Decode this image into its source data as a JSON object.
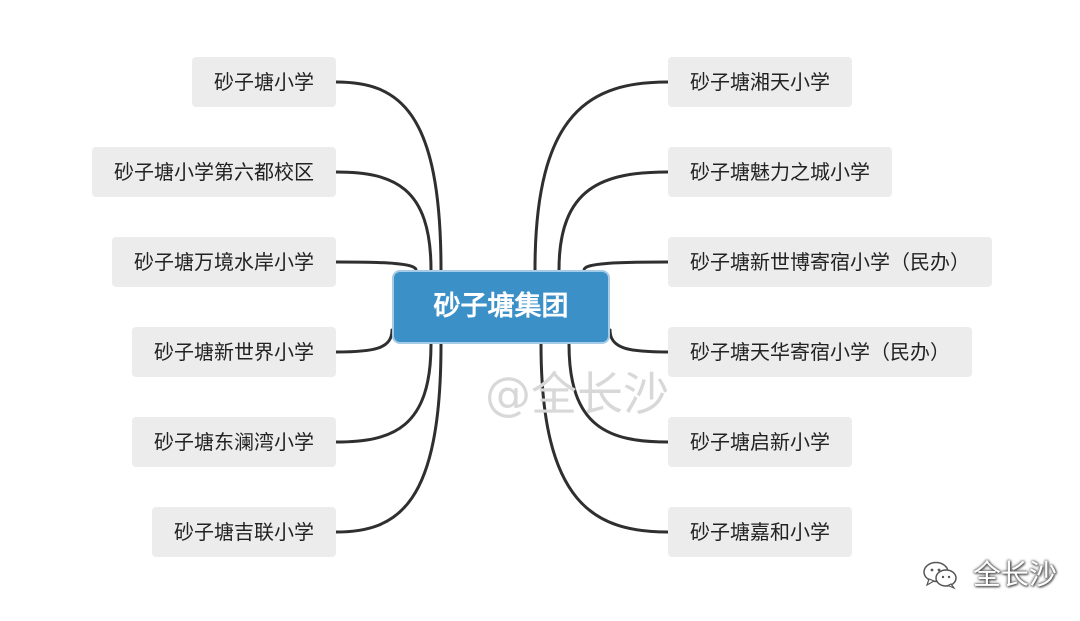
{
  "root": {
    "label": "砂子塘集团"
  },
  "left_branches": [
    {
      "label": "砂子塘小学"
    },
    {
      "label": "砂子塘小学第六都校区"
    },
    {
      "label": "砂子塘万境水岸小学"
    },
    {
      "label": "砂子塘新世界小学"
    },
    {
      "label": "砂子塘东澜湾小学"
    },
    {
      "label": "砂子塘吉联小学"
    }
  ],
  "right_branches": [
    {
      "label": "砂子塘湘天小学"
    },
    {
      "label": "砂子塘魅力之城小学"
    },
    {
      "label": "砂子塘新世博寄宿小学（民办）"
    },
    {
      "label": "砂子塘天华寄宿小学（民办）"
    },
    {
      "label": "砂子塘启新小学"
    },
    {
      "label": "砂子塘嘉和小学"
    }
  ],
  "watermark": {
    "text": "@全长沙"
  },
  "corner_badge": {
    "icon": "wechat-icon",
    "label": "全长沙"
  },
  "colors": {
    "root_fill": "#3b90c8",
    "node_fill": "#ececec",
    "connector": "#2f2f2f"
  }
}
